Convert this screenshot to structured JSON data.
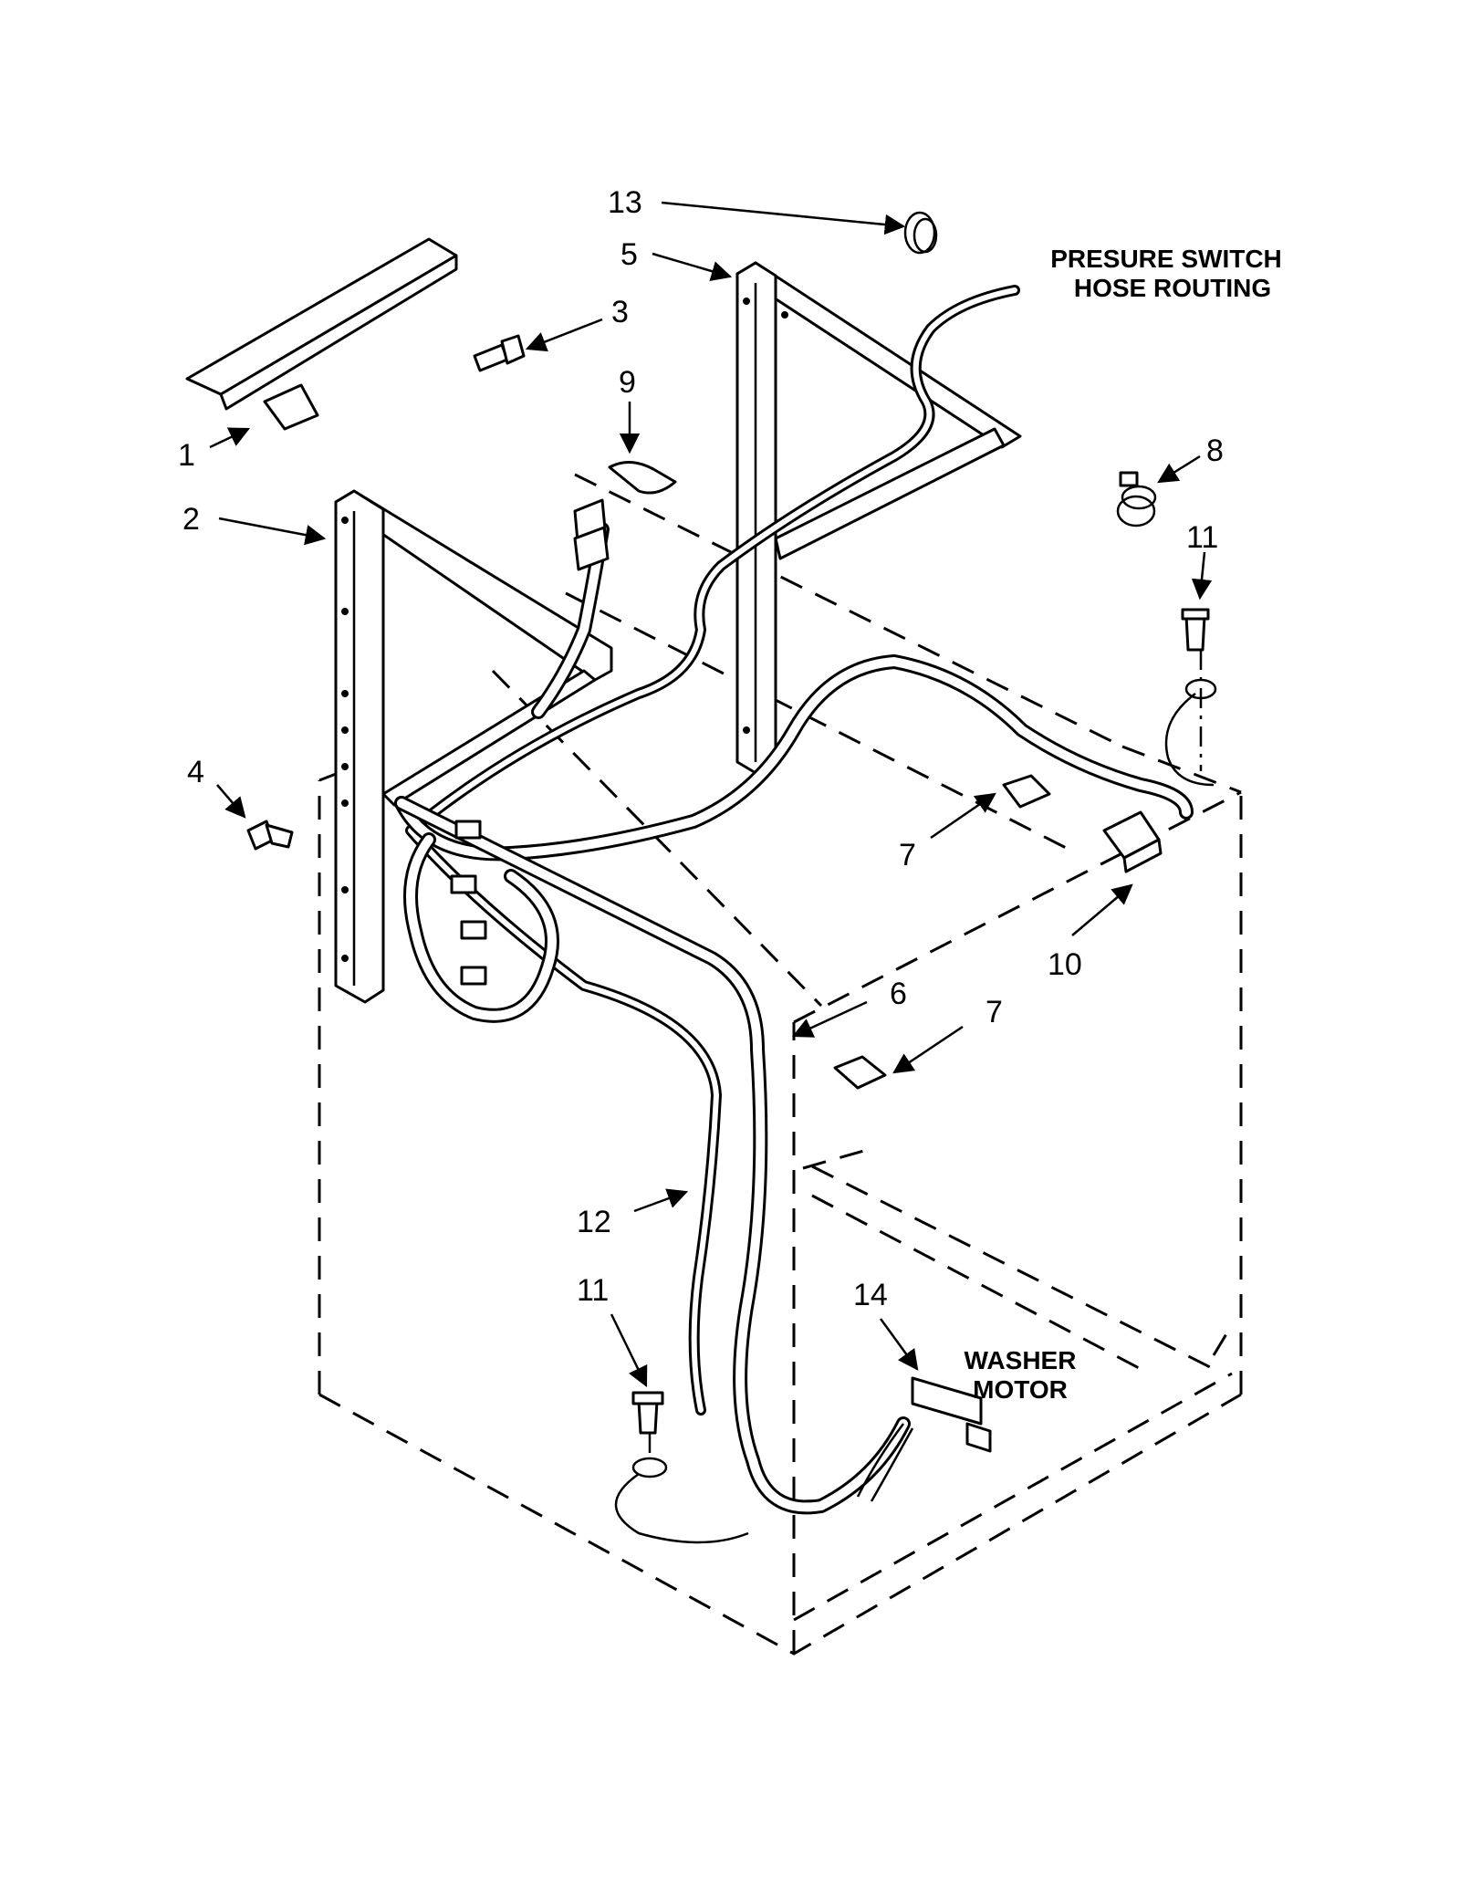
{
  "callouts": [
    {
      "label": "13"
    },
    {
      "label": "5"
    },
    {
      "label": "3"
    },
    {
      "label": "9"
    },
    {
      "label": "1"
    },
    {
      "label": "2"
    },
    {
      "label": "8"
    },
    {
      "label": "11"
    },
    {
      "label": "4"
    },
    {
      "label": "7"
    },
    {
      "label": "10"
    },
    {
      "label": "6"
    },
    {
      "label": "7"
    },
    {
      "label": "12"
    },
    {
      "label": "11"
    },
    {
      "label": "14"
    }
  ],
  "notes": {
    "pressure_switch": [
      "PRESURE SWITCH",
      "HOSE ROUTING"
    ],
    "washer_motor": [
      "WASHER",
      "MOTOR"
    ]
  }
}
